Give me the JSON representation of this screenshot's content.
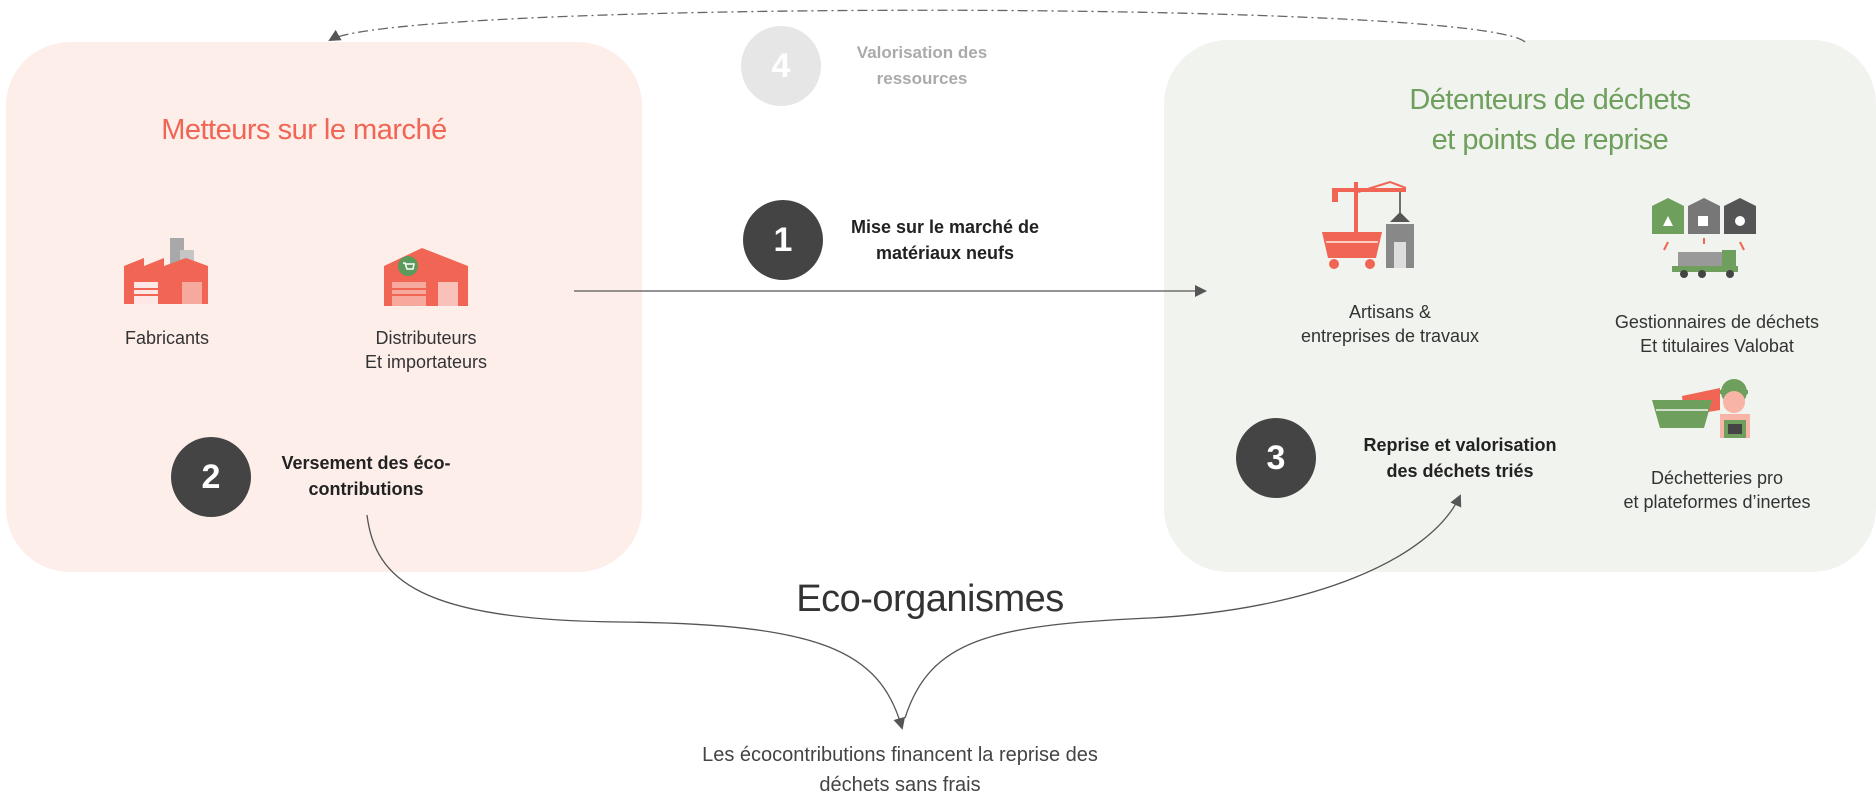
{
  "panels": {
    "left_title": "Metteurs sur le marché",
    "right_title_line1": "Détenteurs de déchets",
    "right_title_line2": "et points de reprise"
  },
  "actors": {
    "fabricants": "Fabricants",
    "distributeurs_line1": "Distributeurs",
    "distributeurs_line2": "Et importateurs",
    "artisans_line1": "Artisans &",
    "artisans_line2": "entreprises de travaux",
    "gestionnaires_line1": "Gestionnaires de déchets",
    "gestionnaires_line2": "Et titulaires Valobat",
    "dechetteries_line1": "Déchetteries pro",
    "dechetteries_line2": "et plateformes d’inertes"
  },
  "steps": [
    {
      "number": "1",
      "line1": "Mise sur le marché de",
      "line2": "matériaux neufs"
    },
    {
      "number": "2",
      "line1": "Versement des éco-",
      "line2": "contributions"
    },
    {
      "number": "3",
      "line1": "Reprise et valorisation",
      "line2": "des déchets triés"
    },
    {
      "number": "4",
      "line1": "Valorisation des",
      "line2": "ressources"
    }
  ],
  "center": {
    "title": "Eco-organismes",
    "note_line1": "Les écocontributions financent la reprise des",
    "note_line2": "déchets sans frais"
  },
  "colors": {
    "left_panel": "#fdeeea",
    "right_panel": "#f1f3ee",
    "coral": "#f06553",
    "green": "#6f9f5d",
    "step_circle": "#444444",
    "step4_circle": "#e6e6e6"
  }
}
